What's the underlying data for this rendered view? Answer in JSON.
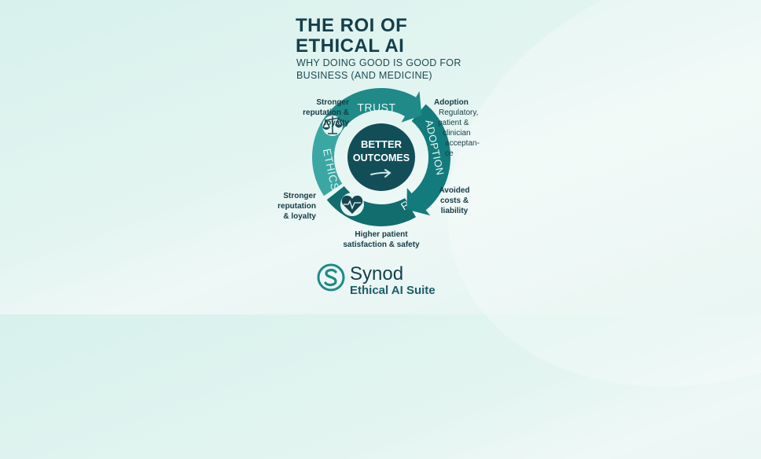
{
  "header": {
    "title_line1": "THE ROI OF",
    "title_line2": "ETHICAL AI",
    "subtitle_line1": "WHY DOING GOOD IS GOOD FOR",
    "subtitle_line2": "BUSINESS (AND MEDICINE)"
  },
  "cycle": {
    "center_line1": "BETTER",
    "center_line2": "OUTCOMES",
    "center_icon": "arrow-right-icon",
    "segments": [
      {
        "label": "TRUST",
        "color": "#1f8a87"
      },
      {
        "label": "ADOPTION",
        "color": "#137b7b"
      },
      {
        "label": "ROI",
        "color": "#126d6f"
      },
      {
        "label": "ETHICS",
        "color": "#3ba7a3"
      }
    ],
    "icons": [
      "scales-icon",
      "heart-pulse-icon"
    ],
    "center_color": "#124e57"
  },
  "annotations": {
    "top_left": [
      "Stronger",
      "reputation &",
      "loyalty"
    ],
    "top_right_title": "Adoption",
    "top_right_body": [
      "Regulatory,",
      "patient &",
      "clinician",
      "acceptan-",
      "ce"
    ],
    "bottom_right": [
      "Avoided",
      "costs &",
      "liability"
    ],
    "bottom_left": [
      "Stronger",
      "reputation",
      "& loyalty"
    ],
    "bottom": [
      "Higher patient",
      "satisfaction & safety"
    ]
  },
  "brand": {
    "name": "Synod",
    "product": "Ethical AI Suite",
    "logo": "synod-s-logo",
    "color": "#1f8a87"
  }
}
